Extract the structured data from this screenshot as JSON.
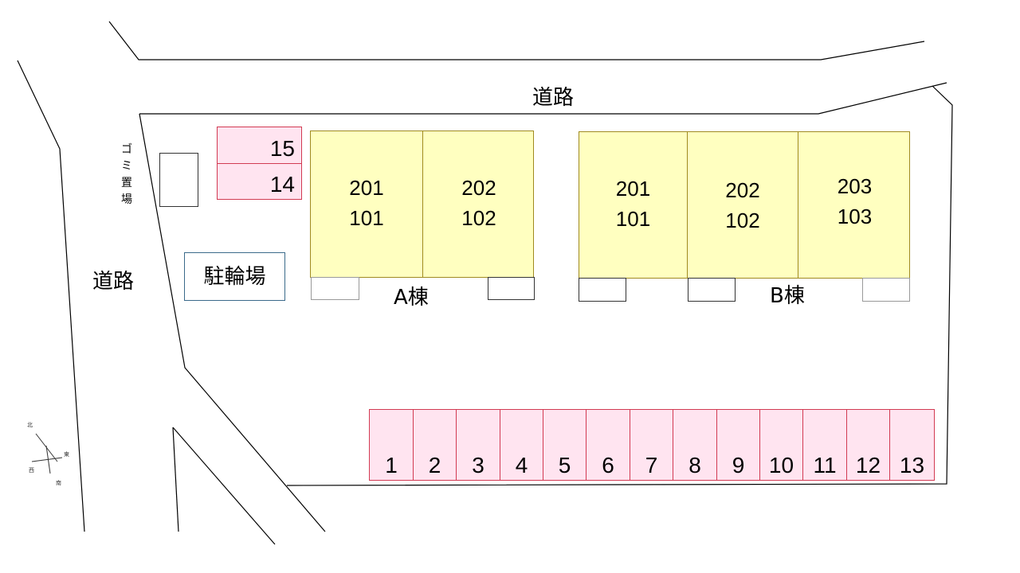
{
  "labels": {
    "road_top": "道路",
    "road_left": "道路",
    "garbage": [
      "ゴ",
      "ミ",
      "置",
      "場"
    ],
    "bicycle_parking": "駐輪場",
    "building_a": "A棟",
    "building_b": "B棟"
  },
  "compass": {
    "north": "北",
    "south": "南",
    "east": "東",
    "west": "西"
  },
  "building_a_units": [
    {
      "upper": "201",
      "lower": "101"
    },
    {
      "upper": "202",
      "lower": "102"
    }
  ],
  "building_b_units": [
    {
      "upper": "201",
      "lower": "101"
    },
    {
      "upper": "202",
      "lower": "102"
    },
    {
      "upper": "203",
      "lower": "103"
    }
  ],
  "parking_side": [
    "15",
    "14"
  ],
  "parking_bottom": [
    "1",
    "2",
    "3",
    "4",
    "5",
    "6",
    "7",
    "8",
    "9",
    "10",
    "11",
    "12",
    "13"
  ],
  "colors": {
    "building_fill": "#ffffc0",
    "parking_fill": "#ffe4f0",
    "parking_border": "#d23a52"
  }
}
